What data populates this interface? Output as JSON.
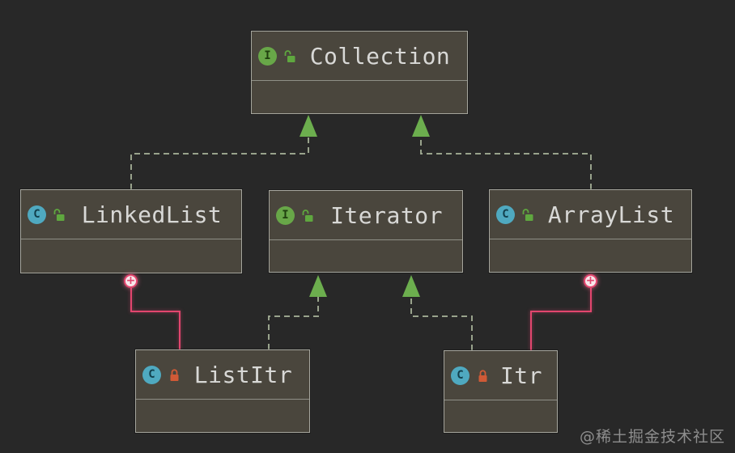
{
  "diagram": {
    "type": "uml-class-diagram",
    "tool_style": "IntelliJ IDEA diagram view",
    "nodes": [
      {
        "label": "Collection",
        "kind": "interface",
        "visibility": "public"
      },
      {
        "label": "LinkedList",
        "kind": "class",
        "visibility": "public"
      },
      {
        "label": "Iterator",
        "kind": "interface",
        "visibility": "public"
      },
      {
        "label": "ArrayList",
        "kind": "class",
        "visibility": "public"
      },
      {
        "label": "ListItr",
        "kind": "class",
        "visibility": "private"
      },
      {
        "label": "Itr",
        "kind": "class",
        "visibility": "private"
      }
    ],
    "edges": [
      {
        "from": "LinkedList",
        "to": "Collection",
        "type": "realization"
      },
      {
        "from": "ArrayList",
        "to": "Collection",
        "type": "realization"
      },
      {
        "from": "ListItr",
        "to": "Iterator",
        "type": "realization"
      },
      {
        "from": "Itr",
        "to": "Iterator",
        "type": "realization"
      },
      {
        "from": "LinkedList",
        "to": "ListItr",
        "type": "inner-class"
      },
      {
        "from": "ArrayList",
        "to": "Itr",
        "type": "inner-class"
      }
    ]
  },
  "icons": {
    "interface_letter": "I",
    "class_letter": "C",
    "expand_plus": "+",
    "public_lock": "unlocked-icon",
    "private_lock": "locked-icon"
  },
  "colors": {
    "background": "#282828",
    "node_fill": "#4a463d",
    "node_border": "#a6a69e",
    "label_text": "#d8d8d6",
    "interface_icon": "#68a748",
    "class_icon": "#4fa9c0",
    "public_lock": "#5fa73f",
    "private_lock": "#d05a36",
    "realization_edge": "#99a38c",
    "realization_arrow": "#6cae4e",
    "inner_class_edge": "#e2466e"
  },
  "watermark": "@稀土掘金技术社区"
}
